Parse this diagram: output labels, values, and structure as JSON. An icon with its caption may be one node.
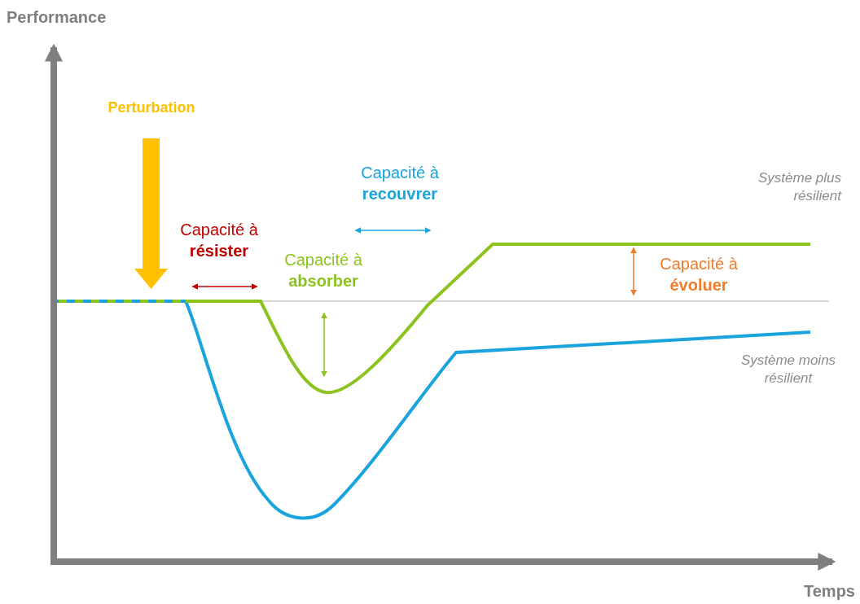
{
  "diagram": {
    "labels": [
      "Performance",
      "Perturbation",
      "Capacité à **recouvrer**",
      "Système plus résilient",
      "Capacité à **résister**",
      "Capacité à **absorber**",
      "Capacité à **évoluer**",
      "Système moins résilient",
      "Temps"
    ]
  }
}
